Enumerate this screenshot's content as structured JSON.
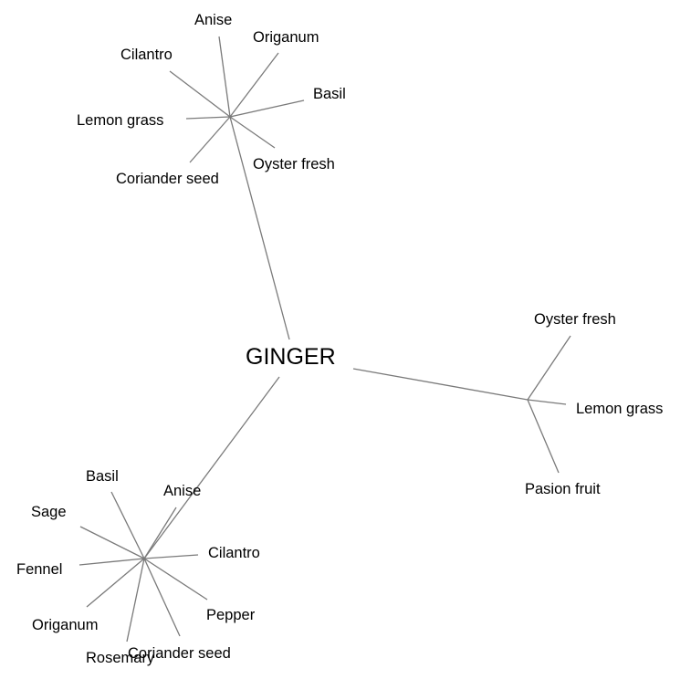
{
  "diagram": {
    "type": "concept-tree",
    "root": {
      "id": "ginger",
      "label": "GINGER"
    },
    "line_color": "#7a7a7a",
    "text_color": "#000000",
    "clusters": [
      {
        "id": "top",
        "children": [
          {
            "id": "anise",
            "label": "Anise"
          },
          {
            "id": "origanum",
            "label": "Origanum"
          },
          {
            "id": "cilantro",
            "label": "Cilantro"
          },
          {
            "id": "basil",
            "label": "Basil"
          },
          {
            "id": "lemon-grass",
            "label": "Lemon grass"
          },
          {
            "id": "oyster-fresh",
            "label": "Oyster fresh"
          },
          {
            "id": "coriander-seed",
            "label": "Coriander seed"
          }
        ]
      },
      {
        "id": "right",
        "children": [
          {
            "id": "oyster-fresh",
            "label": "Oyster fresh"
          },
          {
            "id": "lemon-grass",
            "label": "Lemon grass"
          },
          {
            "id": "pasion-fruit",
            "label": "Pasion fruit"
          }
        ]
      },
      {
        "id": "bottom",
        "children": [
          {
            "id": "basil",
            "label": "Basil"
          },
          {
            "id": "anise",
            "label": "Anise"
          },
          {
            "id": "sage",
            "label": "Sage"
          },
          {
            "id": "cilantro",
            "label": "Cilantro"
          },
          {
            "id": "fennel",
            "label": "Fennel"
          },
          {
            "id": "pepper",
            "label": "Pepper"
          },
          {
            "id": "origanum",
            "label": "Origanum"
          },
          {
            "id": "rosemary",
            "label": "Rosemary"
          },
          {
            "id": "coriander-seed",
            "label": "Coriander seed"
          }
        ]
      }
    ]
  }
}
